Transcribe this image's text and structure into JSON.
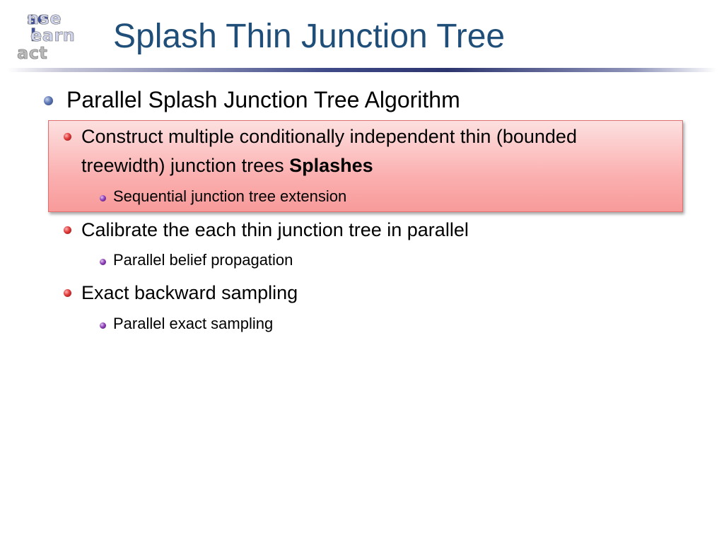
{
  "logo": {
    "line1": {
      "a": "se",
      "b": "nse"
    },
    "line2": {
      "a": "l",
      "b": "earn"
    },
    "line3": {
      "a": "act"
    }
  },
  "slide": {
    "title": "Splash Thin Junction Tree",
    "main_point": "Parallel Splash Junction Tree Algorithm",
    "items": [
      {
        "text_line1": "Construct multiple conditionally independent thin (bounded",
        "text_line2": "treewidth) junction trees ",
        "emphasis": "Splashes",
        "highlighted": true,
        "sub": "Sequential junction tree extension"
      },
      {
        "text": "Calibrate the each thin junction tree in parallel",
        "sub": "Parallel belief propagation"
      },
      {
        "text": "Exact backward sampling",
        "sub": "Parallel exact sampling"
      }
    ]
  },
  "colors": {
    "title": "#1f4e79",
    "highlight_fill": "#fbb0b0",
    "bullet_level1": "#5d77b4",
    "bullet_level2": "#e03a3a",
    "bullet_level3": "#8e3fb8"
  }
}
